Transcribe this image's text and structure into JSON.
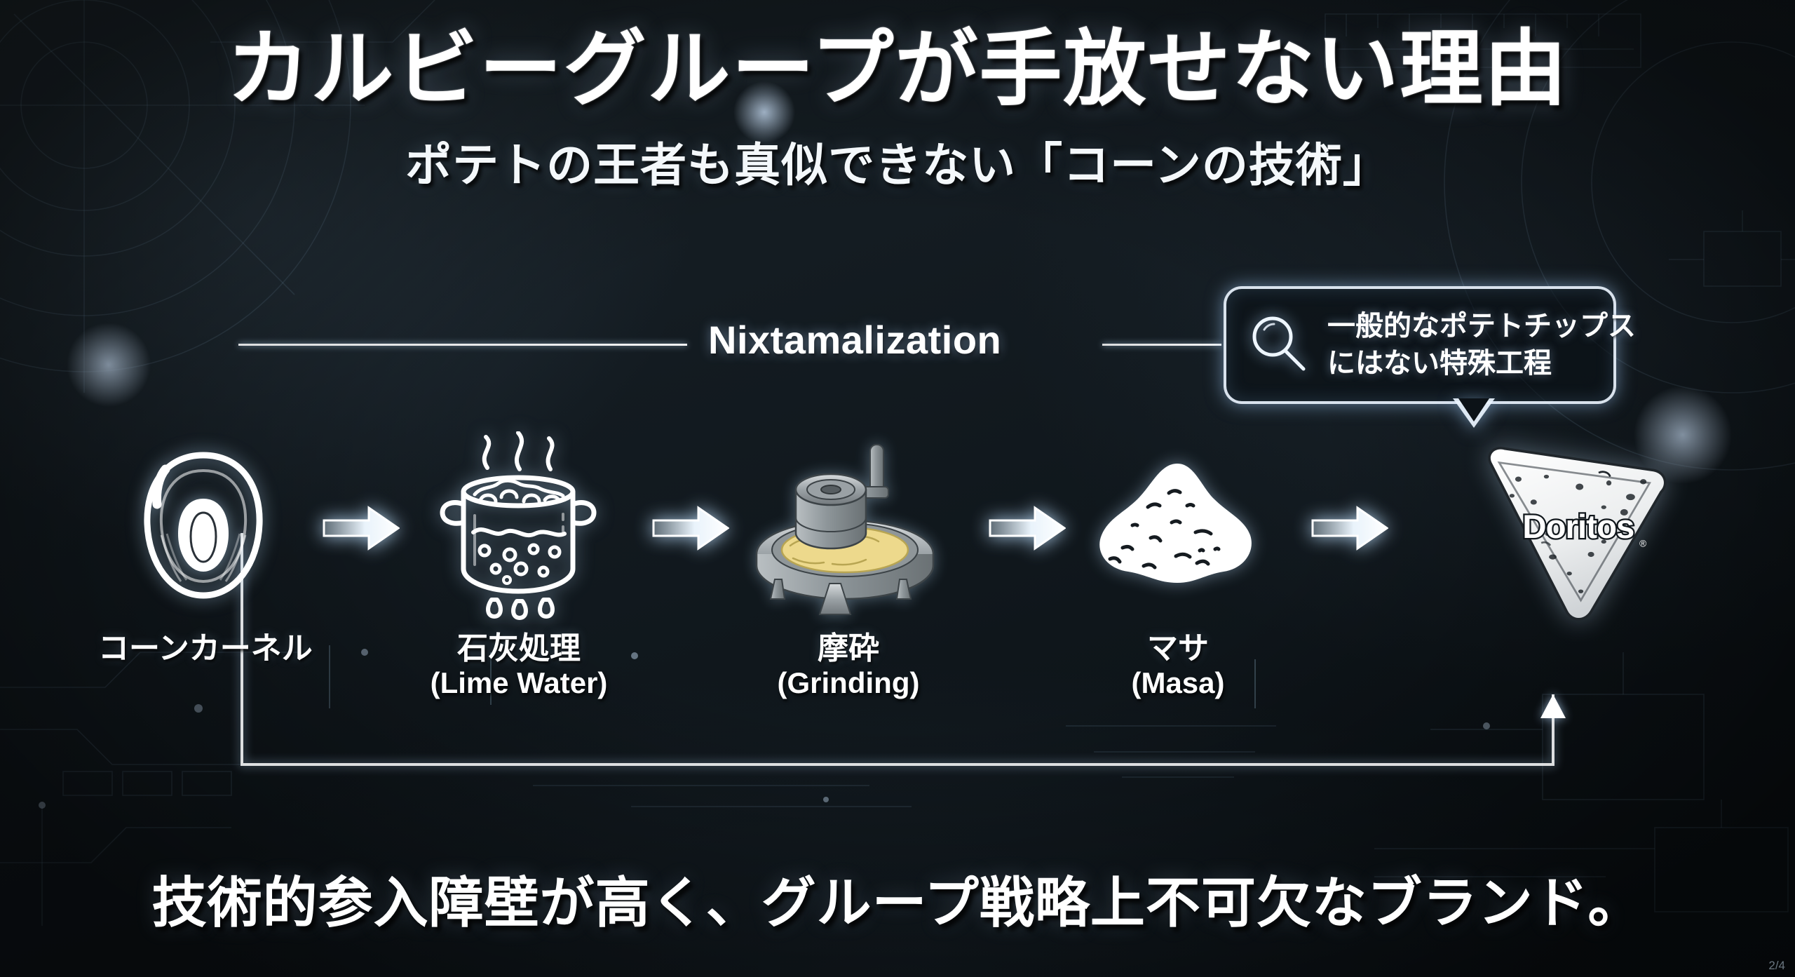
{
  "header": {
    "title": "カルビーグループが手放せない理由",
    "subtitle": "ポテトの王者も真似できない「コーンの技術」"
  },
  "process": {
    "bracket_label": "Nixtamalization",
    "callout": {
      "icon": "magnifier-icon",
      "line1": "一般的なポテトチップス",
      "line2": "にはない特殊工程"
    },
    "steps": [
      {
        "icon": "corn-kernel-icon",
        "label_jp": "コーンカーネル",
        "label_en": ""
      },
      {
        "icon": "boiling-pot-icon",
        "label_jp": "石灰処理",
        "label_en": "(Lime Water)"
      },
      {
        "icon": "stone-mill-icon",
        "label_jp": "摩砕",
        "label_en": "(Grinding)"
      },
      {
        "icon": "masa-dough-icon",
        "label_jp": "マサ",
        "label_en": "(Masa)"
      },
      {
        "icon": "doritos-chip-icon",
        "label_jp": "",
        "label_en": ""
      }
    ],
    "arrow_icon": "arrow-right-icon",
    "product_wordmark": "Doritos"
  },
  "footer": {
    "caption": "技術的参入障壁が高く、グループ戦略上不可欠なブランド。",
    "corner_mark": "2/4"
  },
  "colors": {
    "background": "#141c22",
    "ink": "#ffffff",
    "glow": "#bfe0ff",
    "accent_corn": "#e8d98a"
  }
}
